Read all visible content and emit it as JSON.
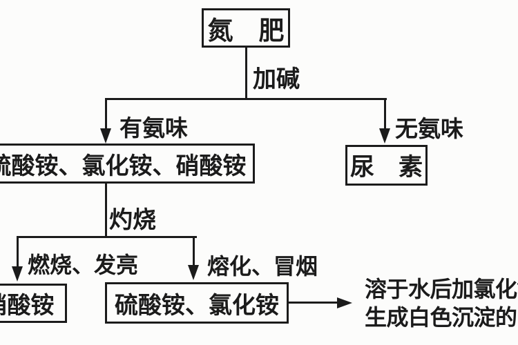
{
  "colors": {
    "background": "#fcfcfb",
    "ink": "#1b1b1b"
  },
  "flowchart": {
    "root": {
      "label": "氮　肥"
    },
    "edge_add_alkali": {
      "label": "加碱"
    },
    "edge_has_ammonia": {
      "label": "有氨味"
    },
    "edge_no_ammonia": {
      "label": "无氨味"
    },
    "node_ammonium_salts": {
      "label": "硫酸铵、氯化铵、硝酸铵"
    },
    "node_urea": {
      "label": "尿　素"
    },
    "edge_ignite": {
      "label": "灼烧"
    },
    "edge_burns_glows": {
      "label": "燃烧、发亮"
    },
    "edge_melts_smokes": {
      "label": "熔化、冒烟"
    },
    "node_ammonium_nitrate": {
      "label": "硝酸铵"
    },
    "node_ammonium_sulfate_chloride": {
      "label": "硫酸铵、氯化铵"
    },
    "result_note": {
      "line1": "溶于水后加氯化钡",
      "line2": "生成白色沉淀的"
    }
  }
}
